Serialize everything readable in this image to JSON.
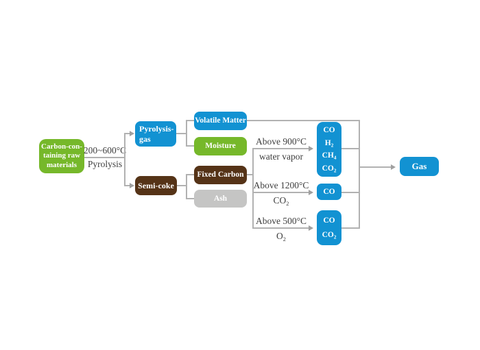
{
  "diagram": {
    "source": {
      "lines": [
        "Carbon-con-",
        "taining raw",
        "materials"
      ]
    },
    "pyrolysis_edge": {
      "condition": "200~600°C",
      "process": "Pyrolysis"
    },
    "pyrolysis_gas": {
      "lines": [
        "Pyrolysis-",
        "gas"
      ]
    },
    "semi_coke": {
      "label": "Semi-coke"
    },
    "volatile_matter": {
      "label": "Volatile Matter"
    },
    "moisture": {
      "label": "Moisture"
    },
    "fixed_carbon": {
      "label": "Fixed Carbon"
    },
    "ash": {
      "label": "Ash"
    },
    "reactions": [
      {
        "condition": "Above 900°C",
        "reagent_base": "water vapor",
        "reagent_sub": "",
        "products": [
          [
            "CO",
            ""
          ],
          [
            "H",
            "2"
          ],
          [
            "CH",
            "4"
          ],
          [
            "CO",
            "2"
          ]
        ]
      },
      {
        "condition": "Above 1200°C",
        "reagent_base": "CO",
        "reagent_sub": "2",
        "products": [
          [
            "CO",
            ""
          ]
        ]
      },
      {
        "condition": "Above 500°C",
        "reagent_base": "O",
        "reagent_sub": "2",
        "products": [
          [
            "CO",
            ""
          ],
          [
            "CO",
            "2"
          ]
        ]
      }
    ],
    "output": {
      "label": "Gas"
    }
  },
  "palette": {
    "green": "#76b82a",
    "blue": "#1292d2",
    "brown": "#553317",
    "gray": "#c5c5c4",
    "line": "#b1b1b1",
    "label_text": "#3d3d3d",
    "box_text": "#ffffff",
    "background": "#ffffff"
  }
}
